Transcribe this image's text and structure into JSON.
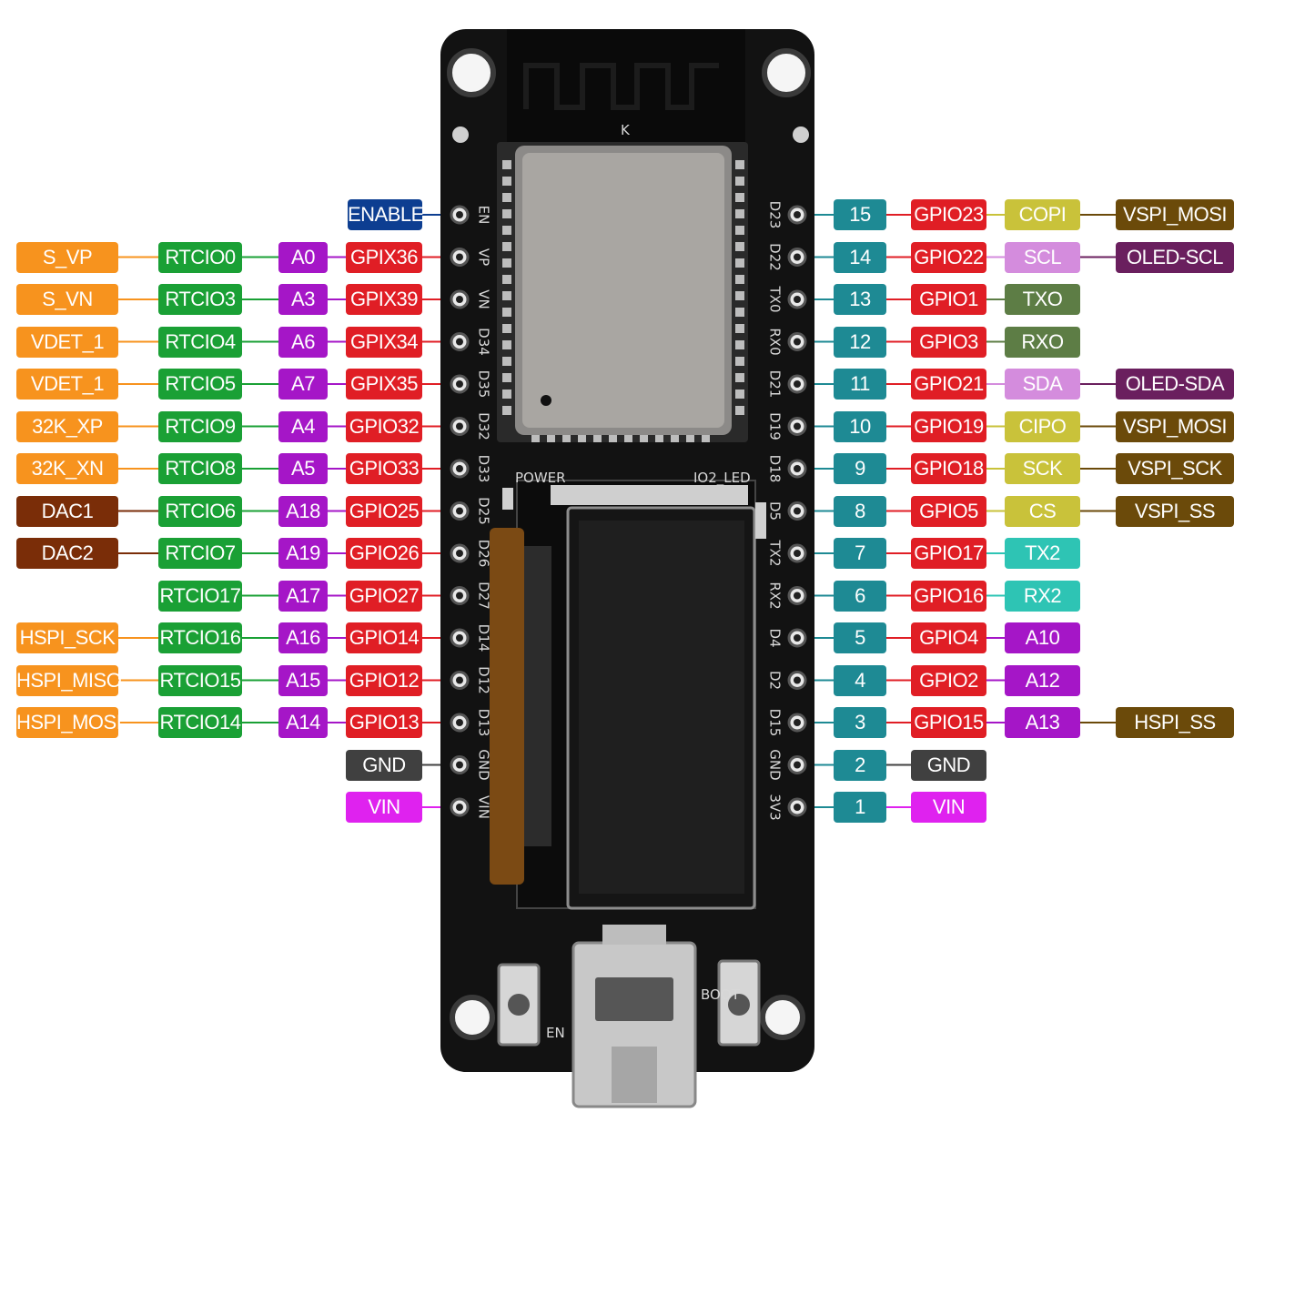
{
  "board": {
    "silk_left": [
      "EN",
      "VP",
      "VN",
      "D34",
      "D35",
      "D32",
      "D33",
      "D25",
      "D26",
      "D27",
      "D14",
      "D12",
      "D13",
      "GND",
      "VIN"
    ],
    "silk_right": [
      "D23",
      "D22",
      "TX0",
      "RX0",
      "D21",
      "D19",
      "D18",
      "D5",
      "TX2",
      "RX2",
      "D4",
      "D2",
      "D15",
      "GND",
      "3V3"
    ],
    "power_label": "POWER",
    "led_label": "IO2_LED",
    "en_button_label": "EN",
    "boot_button_label": "BOOT",
    "antenna_mark": "K"
  },
  "colors": {
    "enable": "#0d3e91",
    "gpio": "#e01e25",
    "analog": "#a516c7",
    "rtc": "#1aa035",
    "misc_orange": "#f7931e",
    "dac": "#7a2d08",
    "gnd": "#404040",
    "vin": "#df22ef",
    "pin_number": "#1e8a94",
    "spi_yellow": "#c9c23a",
    "i2c_pink": "#d48cdd",
    "uart_olive": "#5d7d45",
    "uart2_teal": "#2ec4b4",
    "vspi_brown": "#6b4a0a",
    "oled_purple": "#6a1f5e"
  },
  "left_pins": [
    {
      "labels": [
        {
          "text": "ENABLE",
          "color": "enable"
        }
      ]
    },
    {
      "labels": [
        {
          "text": "GPIX36",
          "color": "gpio"
        },
        {
          "text": "A0",
          "color": "analog"
        },
        {
          "text": "RTCIO0",
          "color": "rtc"
        },
        {
          "text": "S_VP",
          "color": "misc_orange"
        }
      ]
    },
    {
      "labels": [
        {
          "text": "GPIX39",
          "color": "gpio"
        },
        {
          "text": "A3",
          "color": "analog"
        },
        {
          "text": "RTCIO3",
          "color": "rtc"
        },
        {
          "text": "S_VN",
          "color": "misc_orange"
        }
      ]
    },
    {
      "labels": [
        {
          "text": "GPIX34",
          "color": "gpio"
        },
        {
          "text": "A6",
          "color": "analog"
        },
        {
          "text": "RTCIO4",
          "color": "rtc"
        },
        {
          "text": "VDET_1",
          "color": "misc_orange"
        }
      ]
    },
    {
      "labels": [
        {
          "text": "GPIX35",
          "color": "gpio"
        },
        {
          "text": "A7",
          "color": "analog"
        },
        {
          "text": "RTCIO5",
          "color": "rtc"
        },
        {
          "text": "VDET_1",
          "color": "misc_orange"
        }
      ]
    },
    {
      "labels": [
        {
          "text": "GPIO32",
          "color": "gpio"
        },
        {
          "text": "A4",
          "color": "analog"
        },
        {
          "text": "RTCIO9",
          "color": "rtc"
        },
        {
          "text": "32K_XP",
          "color": "misc_orange"
        }
      ]
    },
    {
      "labels": [
        {
          "text": "GPIO33",
          "color": "gpio"
        },
        {
          "text": "A5",
          "color": "analog"
        },
        {
          "text": "RTCIO8",
          "color": "rtc"
        },
        {
          "text": "32K_XN",
          "color": "misc_orange"
        }
      ]
    },
    {
      "labels": [
        {
          "text": "GPIO25",
          "color": "gpio"
        },
        {
          "text": "A18",
          "color": "analog"
        },
        {
          "text": "RTCIO6",
          "color": "rtc"
        },
        {
          "text": "DAC1",
          "color": "dac"
        }
      ]
    },
    {
      "labels": [
        {
          "text": "GPIO26",
          "color": "gpio"
        },
        {
          "text": "A19",
          "color": "analog"
        },
        {
          "text": "RTCIO7",
          "color": "rtc"
        },
        {
          "text": "DAC2",
          "color": "dac"
        }
      ]
    },
    {
      "labels": [
        {
          "text": "GPIO27",
          "color": "gpio"
        },
        {
          "text": "A17",
          "color": "analog"
        },
        {
          "text": "RTCIO17",
          "color": "rtc"
        }
      ]
    },
    {
      "labels": [
        {
          "text": "GPIO14",
          "color": "gpio"
        },
        {
          "text": "A16",
          "color": "analog"
        },
        {
          "text": "RTCIO16",
          "color": "rtc"
        },
        {
          "text": "HSPI_SCK",
          "color": "misc_orange"
        }
      ]
    },
    {
      "labels": [
        {
          "text": "GPIO12",
          "color": "gpio"
        },
        {
          "text": "A15",
          "color": "analog"
        },
        {
          "text": "RTCIO15",
          "color": "rtc"
        },
        {
          "text": "HSPI_MISO",
          "color": "misc_orange"
        }
      ]
    },
    {
      "labels": [
        {
          "text": "GPIO13",
          "color": "gpio"
        },
        {
          "text": "A14",
          "color": "analog"
        },
        {
          "text": "RTCIO14",
          "color": "rtc"
        },
        {
          "text": "HSPI_MOSI",
          "color": "misc_orange"
        }
      ]
    },
    {
      "labels": [
        {
          "text": "GND",
          "color": "gnd"
        }
      ]
    },
    {
      "labels": [
        {
          "text": "VIN",
          "color": "vin"
        }
      ]
    }
  ],
  "right_pins": [
    {
      "labels": [
        {
          "text": "15",
          "color": "pin_number"
        },
        {
          "text": "GPIO23",
          "color": "gpio"
        },
        {
          "text": "COPI",
          "color": "spi_yellow"
        },
        {
          "text": "VSPI_MOSI",
          "color": "vspi_brown"
        }
      ]
    },
    {
      "labels": [
        {
          "text": "14",
          "color": "pin_number"
        },
        {
          "text": "GPIO22",
          "color": "gpio"
        },
        {
          "text": "SCL",
          "color": "i2c_pink"
        },
        {
          "text": "OLED-SCL",
          "color": "oled_purple"
        }
      ]
    },
    {
      "labels": [
        {
          "text": "13",
          "color": "pin_number"
        },
        {
          "text": "GPIO1",
          "color": "gpio"
        },
        {
          "text": "TXO",
          "color": "uart_olive"
        }
      ]
    },
    {
      "labels": [
        {
          "text": "12",
          "color": "pin_number"
        },
        {
          "text": "GPIO3",
          "color": "gpio"
        },
        {
          "text": "RXO",
          "color": "uart_olive"
        }
      ]
    },
    {
      "labels": [
        {
          "text": "11",
          "color": "pin_number"
        },
        {
          "text": "GPIO21",
          "color": "gpio"
        },
        {
          "text": "SDA",
          "color": "i2c_pink"
        },
        {
          "text": "OLED-SDA",
          "color": "oled_purple"
        }
      ]
    },
    {
      "labels": [
        {
          "text": "10",
          "color": "pin_number"
        },
        {
          "text": "GPIO19",
          "color": "gpio"
        },
        {
          "text": "CIPO",
          "color": "spi_yellow"
        },
        {
          "text": "VSPI_MOSI",
          "color": "vspi_brown"
        }
      ]
    },
    {
      "labels": [
        {
          "text": "9",
          "color": "pin_number"
        },
        {
          "text": "GPIO18",
          "color": "gpio"
        },
        {
          "text": "SCK",
          "color": "spi_yellow"
        },
        {
          "text": "VSPI_SCK",
          "color": "vspi_brown"
        }
      ]
    },
    {
      "labels": [
        {
          "text": "8",
          "color": "pin_number"
        },
        {
          "text": "GPIO5",
          "color": "gpio"
        },
        {
          "text": "CS",
          "color": "spi_yellow"
        },
        {
          "text": "VSPI_SS",
          "color": "vspi_brown"
        }
      ]
    },
    {
      "labels": [
        {
          "text": "7",
          "color": "pin_number"
        },
        {
          "text": "GPIO17",
          "color": "gpio"
        },
        {
          "text": "TX2",
          "color": "uart2_teal"
        }
      ]
    },
    {
      "labels": [
        {
          "text": "6",
          "color": "pin_number"
        },
        {
          "text": "GPIO16",
          "color": "gpio"
        },
        {
          "text": "RX2",
          "color": "uart2_teal"
        }
      ]
    },
    {
      "labels": [
        {
          "text": "5",
          "color": "pin_number"
        },
        {
          "text": "GPIO4",
          "color": "gpio"
        },
        {
          "text": "A10",
          "color": "analog"
        }
      ]
    },
    {
      "labels": [
        {
          "text": "4",
          "color": "pin_number"
        },
        {
          "text": "GPIO2",
          "color": "gpio"
        },
        {
          "text": "A12",
          "color": "analog"
        }
      ]
    },
    {
      "labels": [
        {
          "text": "3",
          "color": "pin_number"
        },
        {
          "text": "GPIO15",
          "color": "gpio"
        },
        {
          "text": "A13",
          "color": "analog"
        },
        {
          "text": "HSPI_SS",
          "color": "vspi_brown"
        }
      ]
    },
    {
      "labels": [
        {
          "text": "2",
          "color": "pin_number"
        },
        {
          "text": "GND",
          "color": "gnd"
        }
      ]
    },
    {
      "labels": [
        {
          "text": "1",
          "color": "pin_number"
        },
        {
          "text": "VIN",
          "color": "vin"
        }
      ]
    }
  ]
}
